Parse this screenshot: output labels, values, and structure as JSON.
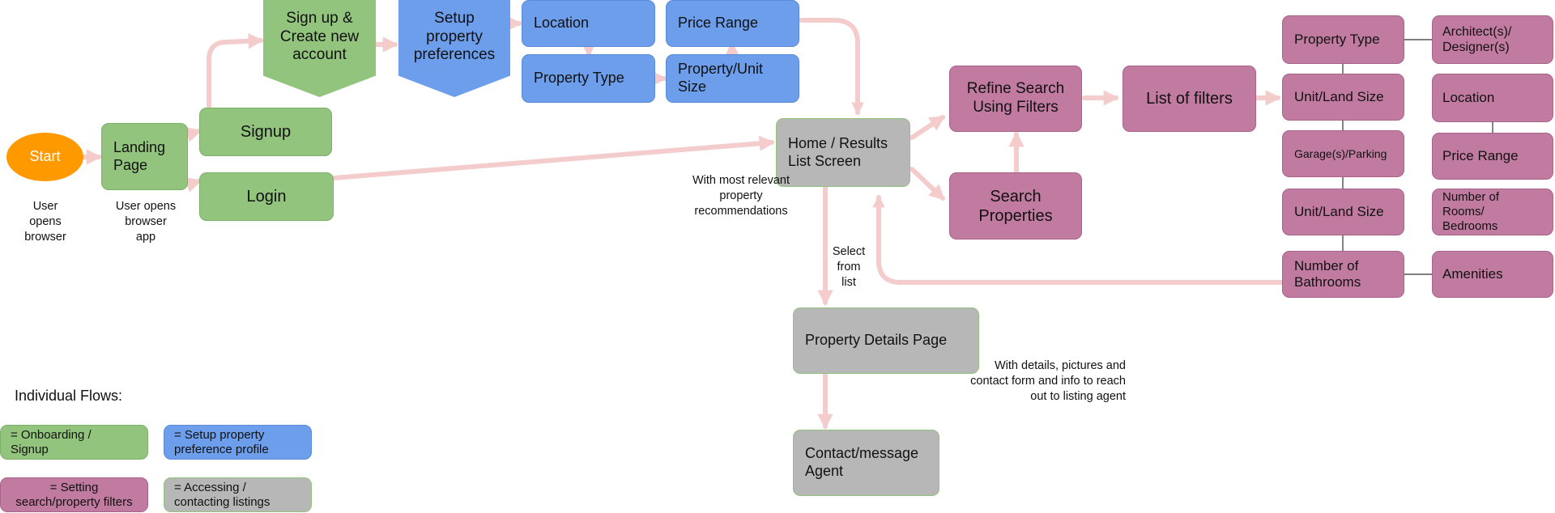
{
  "colors": {
    "onboarding": "#93c47d",
    "preferences": "#6d9eeb",
    "filters": "#c27ba0",
    "listings": "#b7b7b7",
    "start": "#ff9900",
    "connector": "#f4cccc"
  },
  "nodes": {
    "start": "Start",
    "landing": "Landing\nPage",
    "signup": "Signup",
    "login": "Login",
    "signup_create": "Sign up &\nCreate new\naccount",
    "setup_prefs": "Setup\nproperty\npreferences",
    "location": "Location",
    "property_type": "Property Type",
    "price_range": "Price Range",
    "property_unit_size": "Property/Unit\nSize",
    "home_results": "Home / Results\nList Screen",
    "refine_search": "Refine Search\nUsing Filters",
    "search_properties": "Search\nProperties",
    "list_of_filters": "List of filters",
    "property_details": "Property Details Page",
    "contact_agent": "Contact/message\nAgent"
  },
  "filters_col1": [
    "Property Type",
    "Unit/Land Size",
    "Garage(s)/Parking",
    "Unit/Land Size",
    "Number of\nBathrooms"
  ],
  "filters_col2": [
    "Architect(s)/\nDesigner(s)",
    "Location",
    "Price Range",
    "Number of\nRooms/\nBedrooms",
    "Amenities"
  ],
  "notes": {
    "user_opens_browser": "User\nopens\nbrowser",
    "user_opens_app": "User opens\nbrowser\napp",
    "recommendations": "With most relevant\nproperty\nrecommendations",
    "select_from_list": "Select\nfrom\nlist",
    "details_note": "With details, pictures and\ncontact form and info to reach\nout to listing agent"
  },
  "legend": {
    "title": "Individual Flows:",
    "onboarding": "= Onboarding /\nSignup",
    "preferences": "= Setup property\npreference profile",
    "filters": "= Setting\nsearch/property filters",
    "listings": "= Accessing /\ncontacting listings"
  }
}
